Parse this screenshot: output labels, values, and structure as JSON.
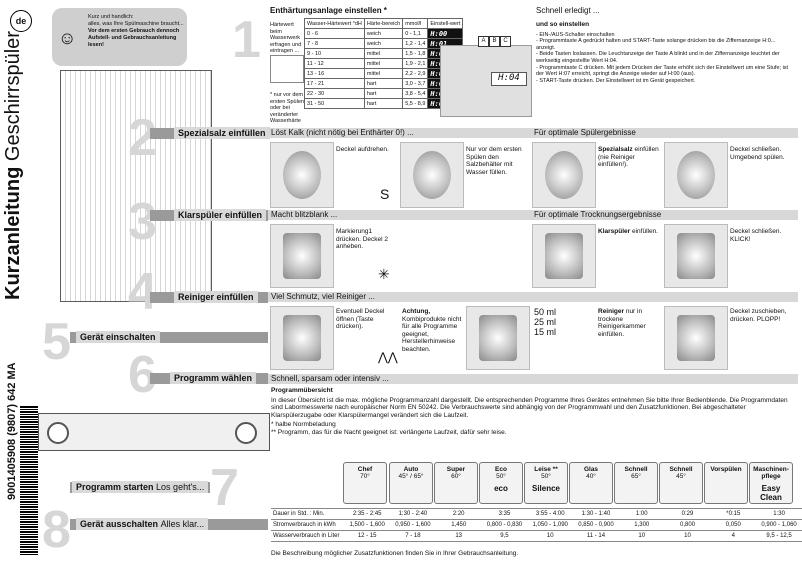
{
  "lang_badge": "de",
  "side_title_bold": "Kurzanleitung",
  "side_title_rest": " Geschirrspüler",
  "side_code": "9001405908 (9807) 642 MA",
  "info": {
    "line1": "Kurz und handlich:",
    "line2": "alles, was Ihre Spülmaschine braucht...",
    "line3": "Vor dem ersten Gebrauch dennoch Aufstell- und Gebrauchsanleitung lesen!"
  },
  "steps": {
    "s1": "1",
    "s2": "2",
    "s3": "3",
    "s4": "4",
    "s5": "5",
    "s6": "6",
    "s7": "7",
    "s8": "8",
    "spezialsalz": "Spezialsalz einfüllen",
    "klarspueler": "Klarspüler einfüllen",
    "reiniger": "Reiniger einfüllen",
    "einschalten": "Gerät einschalten",
    "programm": "Programm wählen",
    "starten": "Programm starten",
    "starten_tail": "Los geht's...",
    "ausschalten": "Gerät ausschalten",
    "ausschalten_tail": "Alles klar..."
  },
  "section1": {
    "title": "Enthärtungsanlage einstellen *",
    "right_title": "Schnell erledigt ...",
    "left_text": "Härtewert beim Wasserwerk erfragen und eintragen ...",
    "footnote": "* nur vor dem ersten Spülen oder bei veränderter Wasserhärte",
    "table_headers": [
      "Wasser-Härtewert °dH",
      "Härte-bereich",
      "mmol/l",
      "Einstell-wert"
    ],
    "table_rows": [
      [
        "0 - 6",
        "weich",
        "0 - 1,1",
        "H:00"
      ],
      [
        "7 - 8",
        "weich",
        "1,2 - 1,4",
        "H:01"
      ],
      [
        "9 - 10",
        "mittel",
        "1,5 - 1,8",
        "H:02"
      ],
      [
        "11 - 12",
        "mittel",
        "1,9 - 2,1",
        "H:03"
      ],
      [
        "13 - 16",
        "mittel",
        "2,2 - 2,9",
        "H:04"
      ],
      [
        "17 - 21",
        "hart",
        "3,0 - 3,7",
        "H:05"
      ],
      [
        "22 - 30",
        "hart",
        "3,8 - 5,4",
        "H:06"
      ],
      [
        "31 - 50",
        "hart",
        "5,5 - 8,9",
        "H:07"
      ]
    ],
    "abc": [
      "A",
      "B",
      "C"
    ],
    "display": "H:04",
    "how_title": "und so einstellen",
    "how_steps": [
      "- EIN-/AUS-Schalter einschalten",
      "- Programmtaste A gedrückt halten und START-Taste solange drücken bis die Ziffernanzeige H:0... anzeigt.",
      "- Beide Tasten loslassen. Die Leuchtanzeige der Taste A blinkt und in der Ziffernanzeige leuchtet der werkseitig eingestellte Wert H:04.",
      "- Programmtaste C drücken. Mit jedem Drücken der Taste erhöht sich der Einstellwert um eine Stufe; ist der Wert H:07 erreicht, springt die Anzeige wieder auf H:00 (aus).",
      "- START-Taste drücken. Der Einstellwert ist im Gerät gespeichert."
    ]
  },
  "section2": {
    "left": "Löst Kalk (nicht nötig bei Enthärter 0!) ...",
    "right": "Für optimale Spülergebnisse",
    "c1": "Deckel aufdrehen.",
    "c2": "Nur vor dem ersten Spülen den Salzbehälter mit Wasser füllen.",
    "c3_bold": "Spezialsalz",
    "c3": "einfüllen (nie Reiniger einfüllen!).",
    "c4": "Deckel schließen. Umgebend spülen."
  },
  "section3": {
    "left": "Macht blitzblank ...",
    "right": "Für optimale Trocknungsergebnisse",
    "c1": "Markierung1 drücken. Deckel 2 anheben.",
    "c2_bold": "Klarspüler",
    "c2": "einfüllen.",
    "c3": "Deckel schließen. KLICK!"
  },
  "section4": {
    "left": "Viel Schmutz, viel Reiniger ...",
    "c1": "Eventuell Deckel öffnen (Taste drücken).",
    "c2_bold": "Achtung,",
    "c2": "Kombiprodukte nicht für alle Programme geeignet, Herstellerhinweise beachten.",
    "ml": [
      "50 ml",
      "25 ml",
      "15 ml"
    ],
    "c3_bold": "Reiniger",
    "c3": "nur in trockene Reinigerkammer einfüllen.",
    "c4": "Deckel zuschieben, drücken. PLOPP!"
  },
  "section6": {
    "stripe": "Schnell, sparsam oder intensiv ...",
    "title": "Programmübersicht",
    "text": "In dieser Übersicht ist die max. mögliche Programmanzahl dargestellt. Die entsprechenden Programme Ihres Gerätes entnehmen Sie bitte Ihrer Bedienblende. Die Programmdaten sind Labormesswerte nach europäischer Norm EN 50242. Die Verbrauchswerte sind abhängig von der Programmwahl und den Zusatzfunktionen. Bei abgeschalteter Klarspülerzugabe oder Klarspülermangel verändert sich die Laufzeit.",
    "note1": "*  halbe Normbeladung",
    "note2": "** Programm, das für die Nacht geeignet ist: verlängerte Laufzeit, dafür sehr leise.",
    "programs": [
      {
        "name": "Chef",
        "temp": "70°"
      },
      {
        "name": "Auto",
        "temp": "45° / 65°"
      },
      {
        "name": "Super",
        "temp": "60°"
      },
      {
        "name": "Eco",
        "temp": "50°",
        "extra": "eco"
      },
      {
        "name": "Leise **",
        "temp": "50°",
        "extra": "Silence"
      },
      {
        "name": "Glas",
        "temp": "40°"
      },
      {
        "name": "Schnell",
        "temp": "65°"
      },
      {
        "name": "Schnell",
        "temp": "45°"
      },
      {
        "name": "Vorspülen",
        "temp": ""
      },
      {
        "name": "Maschinen-pflege",
        "temp": "",
        "extra": "Easy Clean"
      }
    ],
    "rows": [
      {
        "label": "Dauer in Std. : Min.",
        "values": [
          "2:35 - 2:45",
          "1:30 - 2:40",
          "2:20",
          "3:35",
          "3:55 - 4:00",
          "1:30 - 1:40",
          "1:00",
          "0:29",
          "*0:15",
          "1:30"
        ]
      },
      {
        "label": "Stromverbrauch in kWh",
        "values": [
          "1,500 - 1,600",
          "0,950 - 1,600",
          "1,450",
          "0,800 - 0,830",
          "1,050 - 1,090",
          "0,850 - 0,900",
          "1,300",
          "0,800",
          "0,050",
          "0,900 - 1,060"
        ]
      },
      {
        "label": "Wasserverbrauch in Liter",
        "values": [
          "12 - 15",
          "7 - 18",
          "13",
          "9,5",
          "10",
          "11 - 14",
          "10",
          "10",
          "4",
          "9,5 - 12,5"
        ]
      }
    ],
    "footer": "Die Beschreibung möglicher Zusatzfunktionen finden Sie in Ihrer Gebrauchsanleitung."
  }
}
